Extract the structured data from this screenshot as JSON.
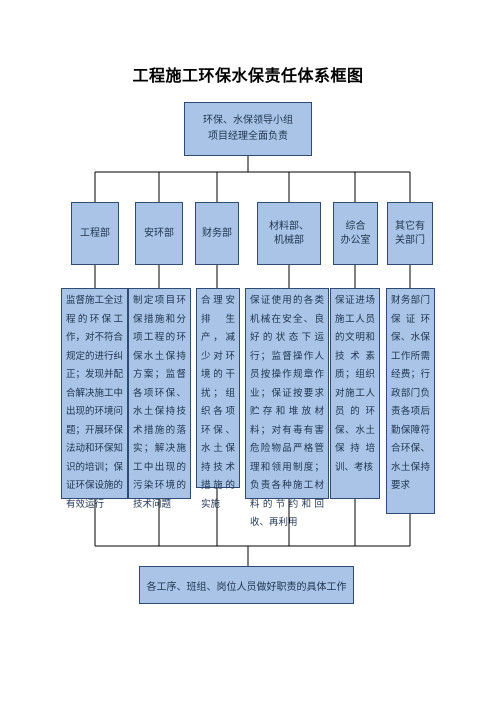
{
  "title": "工程施工环保水保责任体系框图",
  "top": "环保、水保领导小组\n项目经理全面负责",
  "departments": [
    {
      "name": "工程部",
      "duty": "监督施工全过程的环保工作，对不符合规定的进行纠正；发现并配合解决施工中出现的环境问题；开展环保法动和环保知识的培训；保证环保设施的有效运行"
    },
    {
      "name": "安环部",
      "duty": "制定项目环保措施和分项工程的环保水土保持方案；监督各项环保、水土保持技术措施的落实；解决施工中出现的污染环境的技术问题"
    },
    {
      "name": "财务部",
      "duty": "合理安排生产，减少对环境的干扰；组织各项环保、水土保持技术措施的实施"
    },
    {
      "name": "材料部、\n机械部",
      "duty": "保证使用的各类机械在安全、良好的状态下运行；监督操作人员按操作规章作业；保证按要求贮存和堆放材料；对有毒有害危险物品严格管理和领用制度；负责各种施工材料的节约和回收、再利用"
    },
    {
      "name": "综合\n办公室",
      "duty": "保证进场施工人员的文明和技术素质；组织对施工人员的环保、水土保持培训、考核"
    },
    {
      "name": "其它有\n关部门",
      "duty": "财务部门保证环保、水保工作所需经费；行政部门负责各项后勤保障符合环保、水土保持要求"
    }
  ],
  "bottom": "各工序、班组、岗位人员做好职责的具体工作"
}
